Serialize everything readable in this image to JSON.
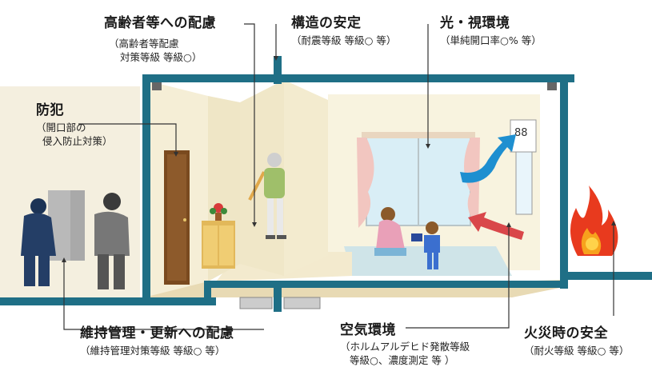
{
  "labels": {
    "elderly": {
      "title": "高齢者等への配慮",
      "sub1": "（高齢者等配慮",
      "sub2": "対策等級 等級○）"
    },
    "structure": {
      "title": "構造の安定",
      "sub1": "（耐震等級 等級○ 等）"
    },
    "light": {
      "title": "光・視環境",
      "sub1": "（単純開口率○% 等）"
    },
    "crime": {
      "title": "防犯",
      "sub1": "（開口部の",
      "sub2": "侵入防止対策）"
    },
    "maintenance": {
      "title": "維持管理・更新への配慮",
      "sub1": "（維持管理対策等級 等級○ 等）"
    },
    "air": {
      "title": "空気環境",
      "sub1": "（ホルムアルデヒド発散等級",
      "sub2": "等級○、濃度測定 等 ）"
    },
    "fire": {
      "title": "火災時の安全",
      "sub1": "（耐火等級 等級○ 等）"
    }
  },
  "colors": {
    "structure": "#1f6f86",
    "floor": "#f3ecd0",
    "wall": "#f7f2dc",
    "door": "#7a4a1f",
    "fire": "#e83a1e",
    "arrow": "#1e8fd0"
  },
  "icons": [
    "burglar-figures",
    "door",
    "elderly-person",
    "window",
    "family",
    "air-arrow",
    "fire-flame",
    "wind-arrow"
  ]
}
